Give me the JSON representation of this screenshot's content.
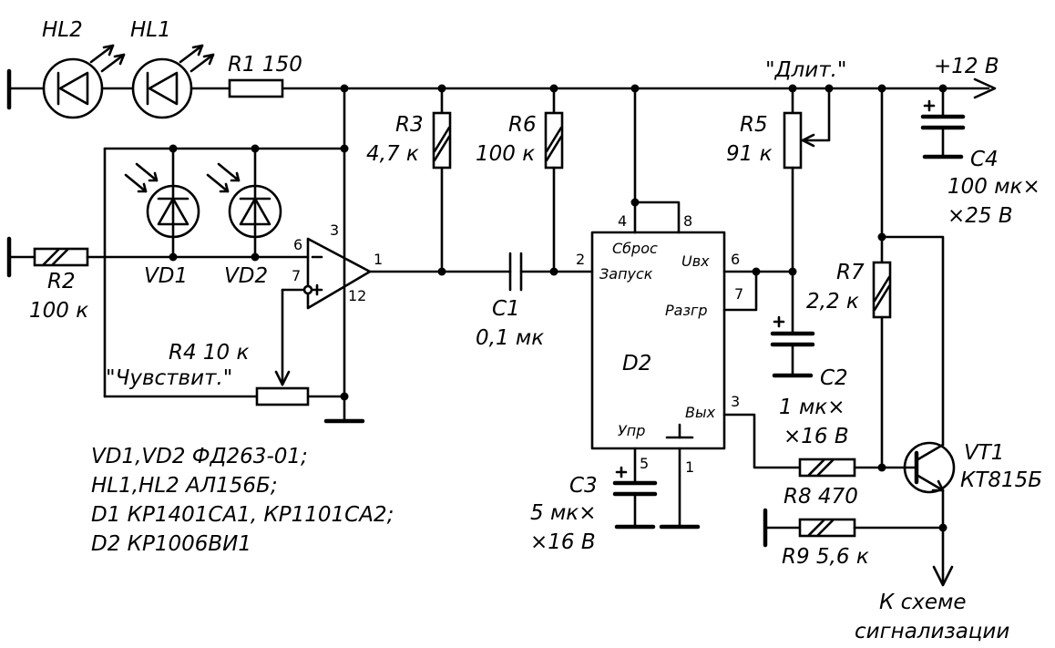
{
  "labels": {
    "hl2": "HL2",
    "hl1": "HL1",
    "r1": "R1  150",
    "plus12": "+12 В",
    "dlit": "\"Длит.\"",
    "r3_name": "R3",
    "r3_val": "4,7 к",
    "r6_name": "R6",
    "r6_val": "100 к",
    "r5_name": "R5",
    "r5_val": "91 к",
    "c4_name": "C4",
    "c4_val1": "100 мк×",
    "c4_val2": "×25 В",
    "vd1": "VD1",
    "vd2": "VD2",
    "r2_name": "R2",
    "r2_val": "100 к",
    "r4": "R4  10 к",
    "chuvstvit": "\"Чувствит.\"",
    "c1_name": "C1",
    "c1_val": "0,1 мк",
    "r7_name": "R7",
    "r7_val": "2,2 к",
    "c2_name": "C2",
    "c2_val1": "1 мк×",
    "c2_val2": "×16 В",
    "d2": "D2",
    "vt1_name": "VT1",
    "vt1_val": "КТ815Б",
    "r8": "R8  470",
    "r9": "R9  5,6 к",
    "c3_name": "C3",
    "c3_val1": "5 мк×",
    "c3_val2": "×16 В",
    "k_skheme": "К схеме",
    "signalizatsii": "сигнализации"
  },
  "chip": {
    "sbros": "Сброс",
    "zapusk": "Запуск",
    "uvh": "Uвх",
    "razgr": "Разгр",
    "vyh": "Вых",
    "upr": "Упр"
  },
  "pins": {
    "oa3": "3",
    "oa6": "6",
    "oa7": "7",
    "oa1": "1",
    "oa12": "12",
    "d4": "4",
    "d8": "8",
    "d2": "2",
    "d6": "6",
    "d7": "7",
    "d3": "3",
    "d5": "5",
    "d1": "1"
  },
  "notes": [
    "VD1,VD2 ФД263-01;",
    "HL1,HL2 АЛ156Б;",
    "D1 КР1401СА1, КР1101СА2;",
    "D2 КР1006ВИ1"
  ]
}
